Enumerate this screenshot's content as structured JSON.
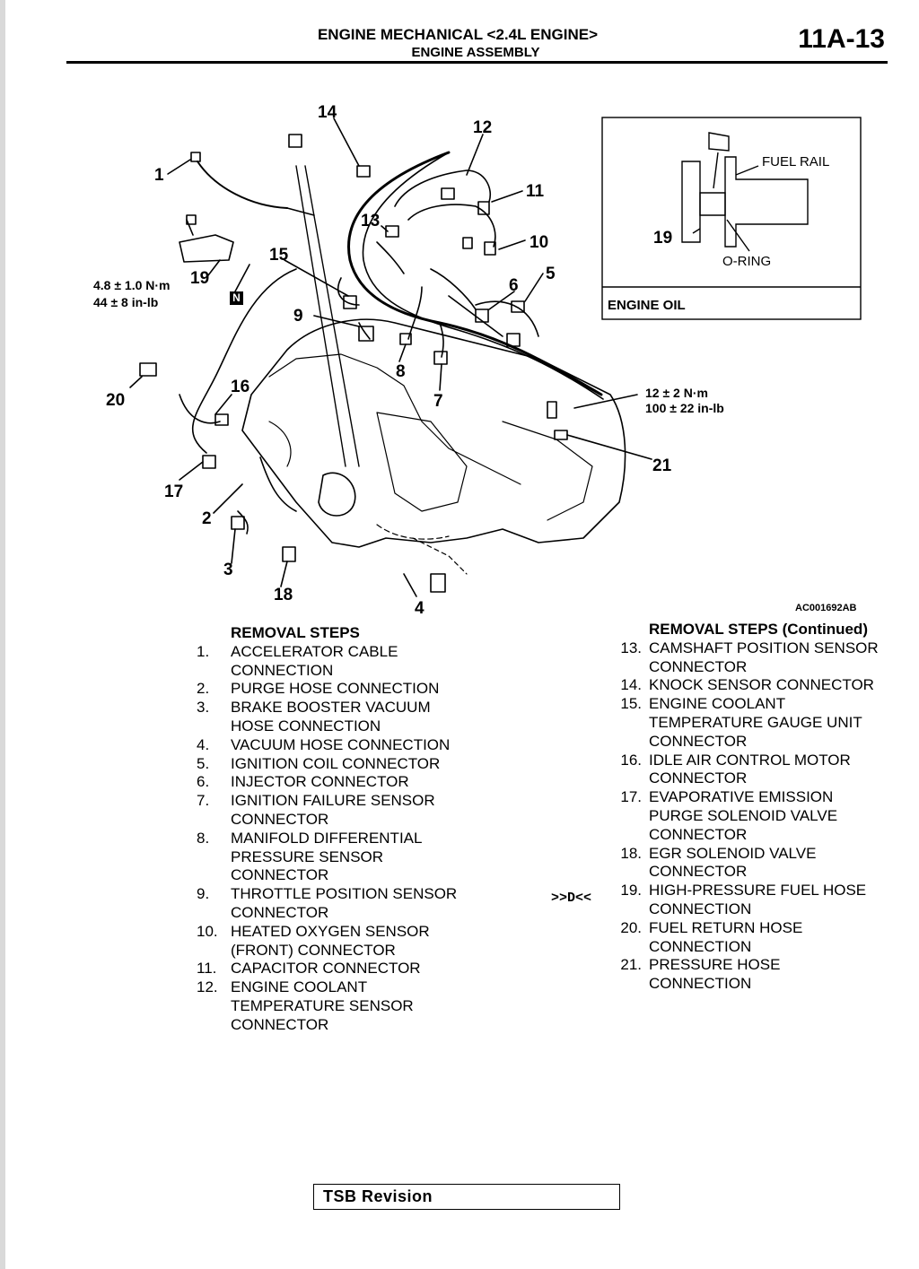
{
  "header": {
    "title": "ENGINE MECHANICAL <2.4L ENGINE>",
    "subtitle": "ENGINE ASSEMBLY",
    "page_number": "11A-13"
  },
  "figure": {
    "figure_id": "AC001692AB",
    "callouts": [
      "1",
      "2",
      "3",
      "4",
      "5",
      "6",
      "7",
      "8",
      "9",
      "10",
      "11",
      "12",
      "13",
      "14",
      "15",
      "16",
      "17",
      "18",
      "19",
      "20",
      "21"
    ],
    "torque_left": {
      "metric": "4.8 ± 1.0 N·m",
      "imperial": "44 ± 8 in-lb"
    },
    "torque_right": {
      "metric": "12 ± 2 N·m",
      "imperial": "100 ± 22 in-lb"
    },
    "n_mark": "N",
    "inset": {
      "fuel_rail": "FUEL RAIL",
      "o_ring": "O-RING",
      "engine_oil": "ENGINE OIL",
      "callout": "19"
    }
  },
  "removal_steps": {
    "heading": "REMOVAL STEPS",
    "steps": [
      {
        "num": "1.",
        "text": "ACCELERATOR CABLE CONNECTION"
      },
      {
        "num": "2.",
        "text": "PURGE HOSE CONNECTION"
      },
      {
        "num": "3.",
        "text": "BRAKE BOOSTER VACUUM HOSE CONNECTION"
      },
      {
        "num": "4.",
        "text": "VACUUM HOSE CONNECTION"
      },
      {
        "num": "5.",
        "text": "IGNITION COIL CONNECTOR"
      },
      {
        "num": "6.",
        "text": "INJECTOR CONNECTOR"
      },
      {
        "num": "7.",
        "text": "IGNITION FAILURE SENSOR CONNECTOR"
      },
      {
        "num": "8.",
        "text": "MANIFOLD DIFFERENTIAL PRESSURE SENSOR CONNECTOR"
      },
      {
        "num": "9.",
        "text": "THROTTLE POSITION SENSOR CONNECTOR"
      },
      {
        "num": "10.",
        "text": "HEATED OXYGEN SENSOR (FRONT) CONNECTOR"
      },
      {
        "num": "11.",
        "text": "CAPACITOR CONNECTOR"
      },
      {
        "num": "12.",
        "text": "ENGINE COOLANT TEMPERATURE SENSOR CONNECTOR"
      }
    ]
  },
  "removal_steps_continued": {
    "heading": "REMOVAL STEPS (Continued)",
    "steps": [
      {
        "num": "13.",
        "text": "CAMSHAFT POSITION SENSOR CONNECTOR"
      },
      {
        "num": "14.",
        "text": "KNOCK SENSOR CONNECTOR"
      },
      {
        "num": "15.",
        "text": "ENGINE COOLANT TEMPERATURE GAUGE UNIT CONNECTOR"
      },
      {
        "num": "16.",
        "text": "IDLE AIR CONTROL MOTOR CONNECTOR"
      },
      {
        "num": "17.",
        "text": "EVAPORATIVE EMISSION PURGE SOLENOID VALVE CONNECTOR"
      },
      {
        "num": "18.",
        "text": "EGR SOLENOID VALVE CONNECTOR"
      },
      {
        "num": "19.",
        "text": "HIGH-PRESSURE FUEL HOSE CONNECTION"
      },
      {
        "num": "20.",
        "text": "FUEL RETURN HOSE CONNECTION"
      },
      {
        "num": "21.",
        "text": "PRESSURE HOSE CONNECTION"
      }
    ],
    "step19_marker": ">>D<<"
  },
  "footer": {
    "tsb_label": "TSB Revision"
  }
}
